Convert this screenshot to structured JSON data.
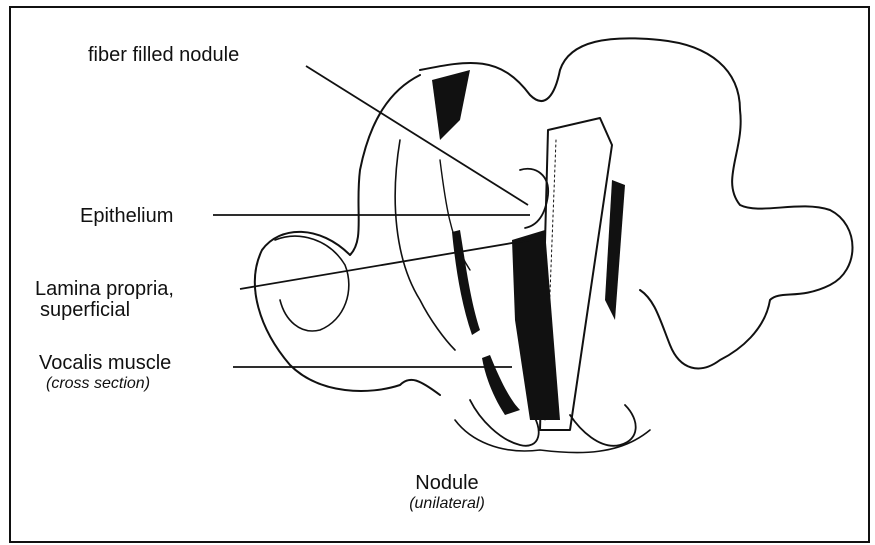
{
  "labels": {
    "fiber_filled_nodule": "fiber filled nodule",
    "epithelium": "Epithelium",
    "lamina_propria_line1": "Lamina propria,",
    "lamina_propria_line2": "superficial",
    "vocalis_muscle": "Vocalis muscle",
    "vocalis_sub": "(cross section)",
    "caption_title": "Nodule",
    "caption_sub": "(unilateral)"
  }
}
